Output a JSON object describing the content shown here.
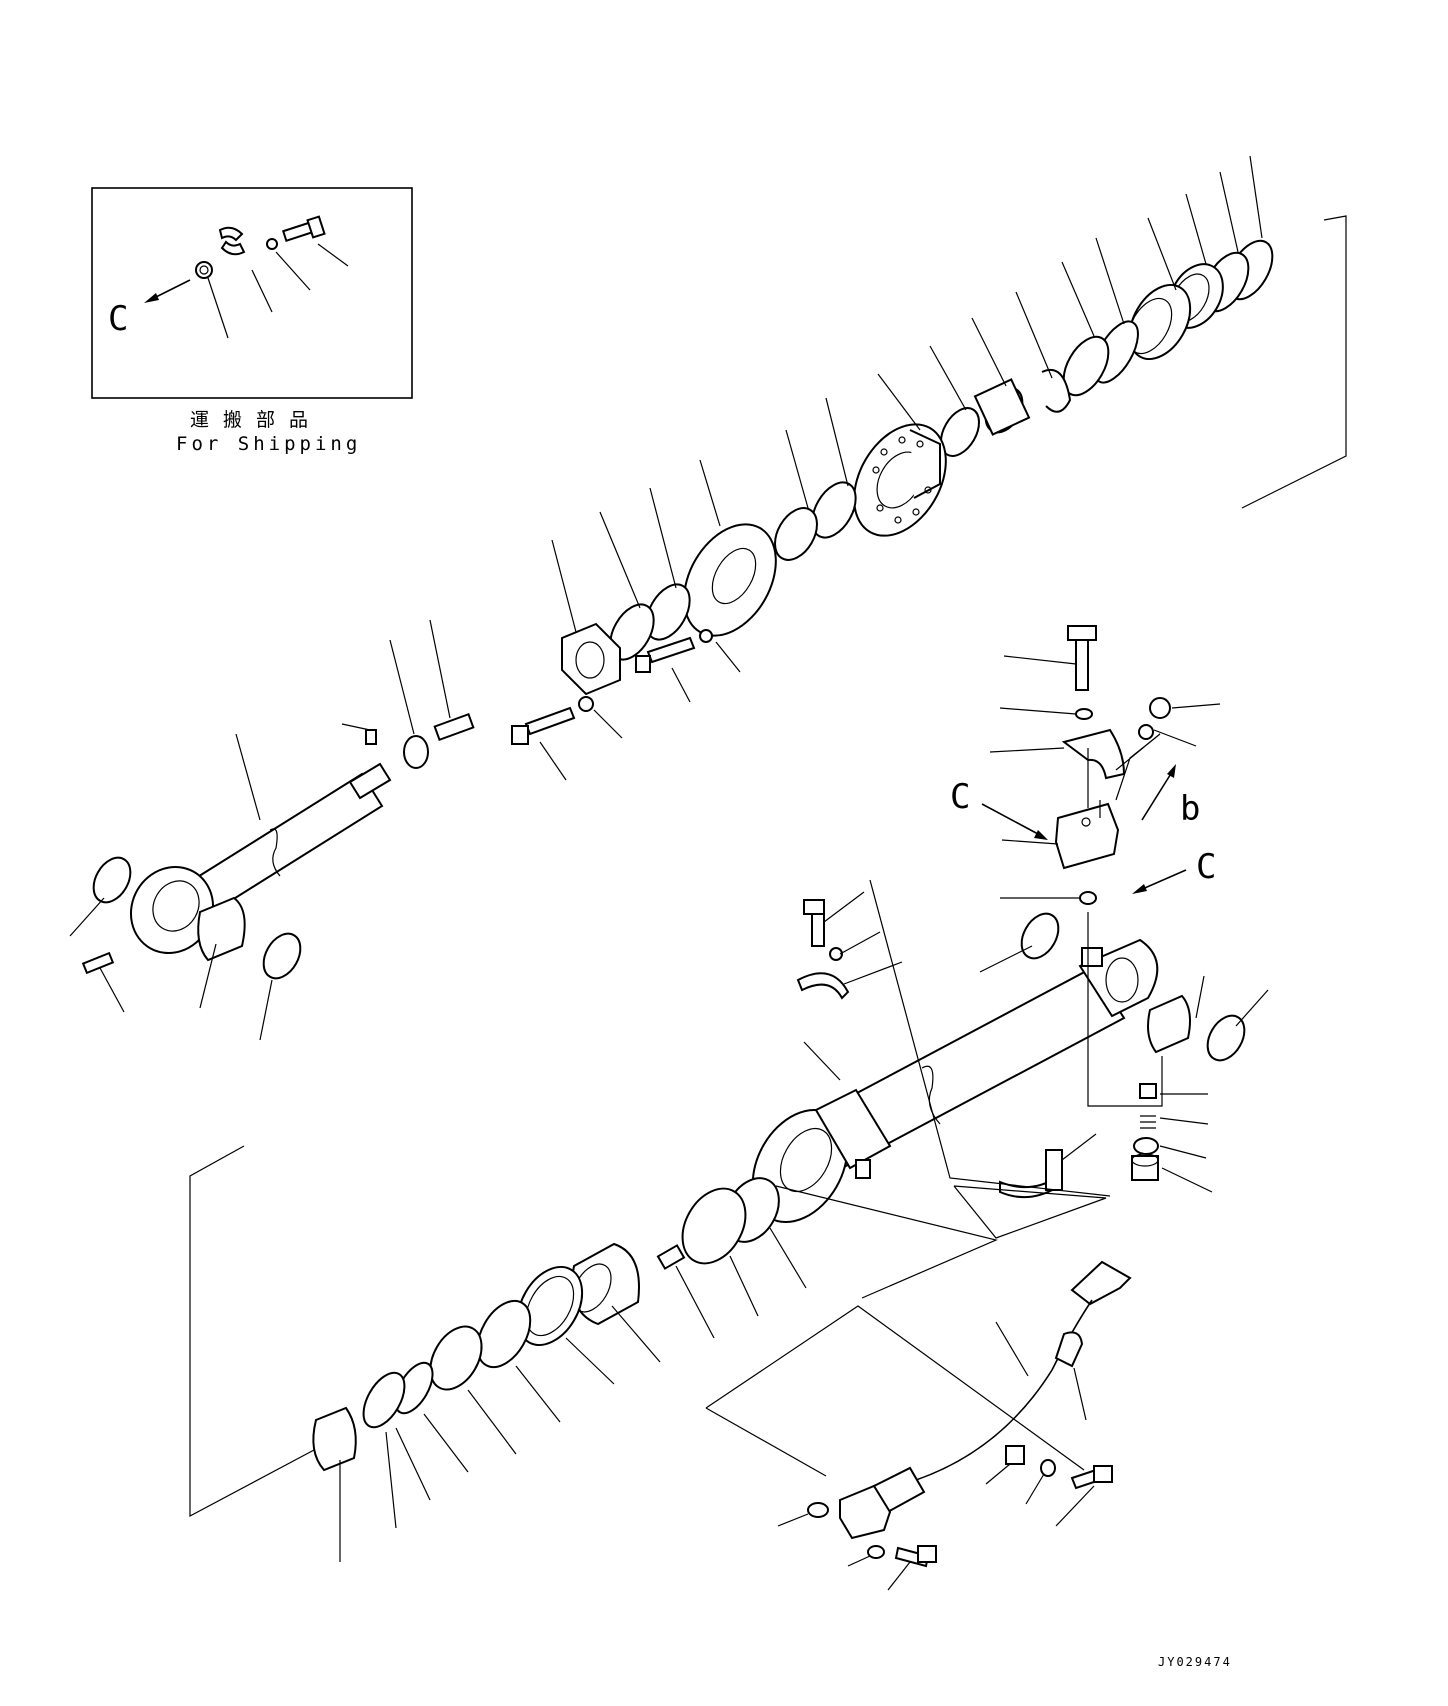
{
  "inset": {
    "caption_jp": "運搬部品",
    "caption_en": "For Shipping",
    "view_letter": "C"
  },
  "view_labels": {
    "c_upper": "C",
    "c_lower": "C",
    "b": "b"
  },
  "drawing_code": "JY029474"
}
